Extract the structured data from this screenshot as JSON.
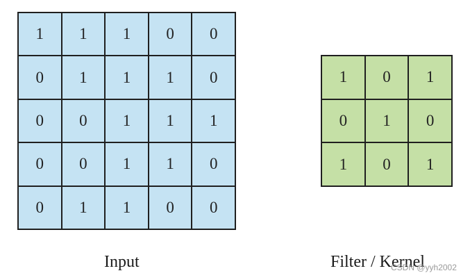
{
  "input": {
    "caption": "Input",
    "fill_color": "#c5e3f3",
    "matrix": [
      [
        "1",
        "1",
        "1",
        "0",
        "0"
      ],
      [
        "0",
        "1",
        "1",
        "1",
        "0"
      ],
      [
        "0",
        "0",
        "1",
        "1",
        "1"
      ],
      [
        "0",
        "0",
        "1",
        "1",
        "0"
      ],
      [
        "0",
        "1",
        "1",
        "0",
        "0"
      ]
    ]
  },
  "kernel": {
    "caption": "Filter / Kernel",
    "fill_color": "#c5e0a6",
    "matrix": [
      [
        "1",
        "0",
        "1"
      ],
      [
        "0",
        "1",
        "0"
      ],
      [
        "1",
        "0",
        "1"
      ]
    ]
  },
  "watermark": "CSDN @yyh2002"
}
